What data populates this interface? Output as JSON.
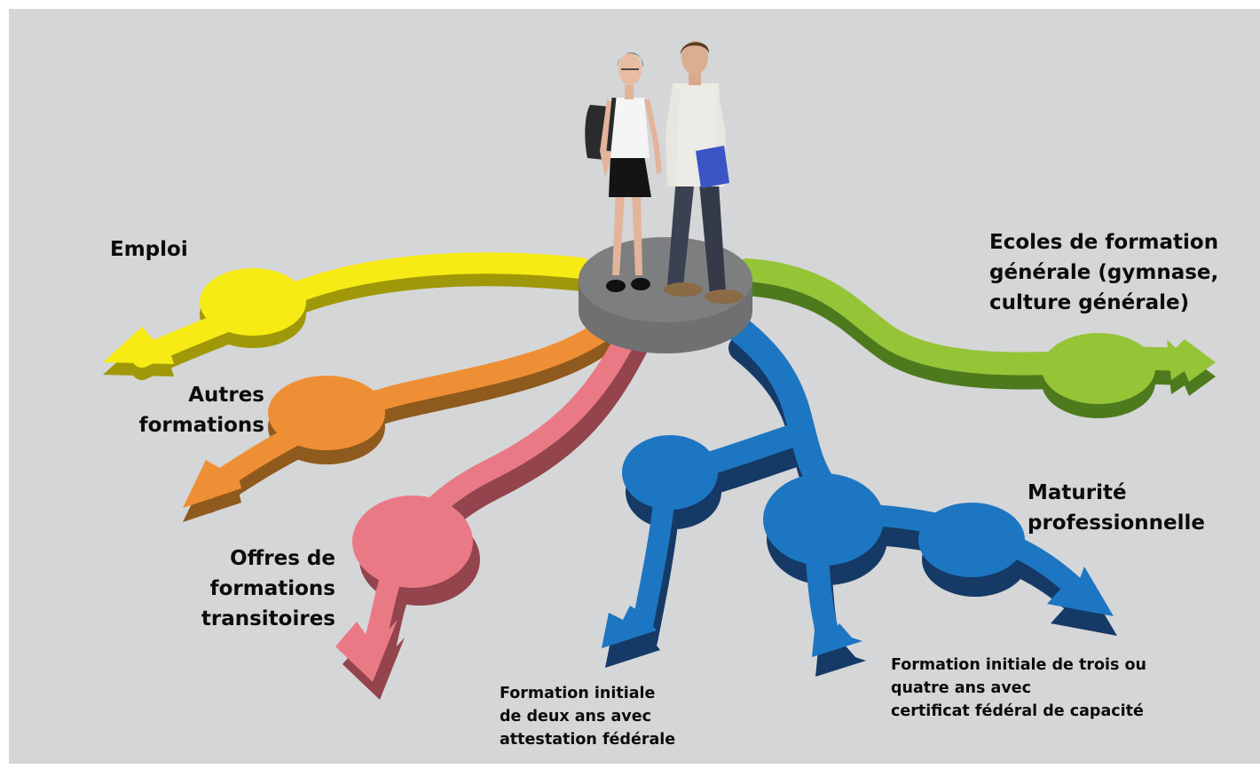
{
  "colors": {
    "background": "#d5d6d7",
    "yellow": "#f6eb14",
    "orange": "#ef8f35",
    "pink": "#e97a85",
    "blue": "#1d76c2",
    "green": "#95c437",
    "platform": "#7d7e80"
  },
  "labels": {
    "emploi": "Emploi",
    "autres": [
      "Autres",
      "formations"
    ],
    "offres": [
      "Offres de",
      "formations",
      "transitoires"
    ],
    "ecoles": [
      "Ecoles de formation",
      "générale (gymnase,",
      "culture générale)"
    ],
    "maturite": [
      "Maturité",
      "professionnelle"
    ],
    "deux_ans": [
      "Formation initiale",
      "de deux ans avec",
      "attestation fédérale"
    ],
    "trois_ans": [
      "Formation initiale de trois ou",
      "quatre ans avec",
      "certificat fédéral de capacité"
    ]
  },
  "figures": {
    "platform": "platform-icon",
    "student_left": "female-student-icon",
    "student_right": "male-student-icon"
  }
}
